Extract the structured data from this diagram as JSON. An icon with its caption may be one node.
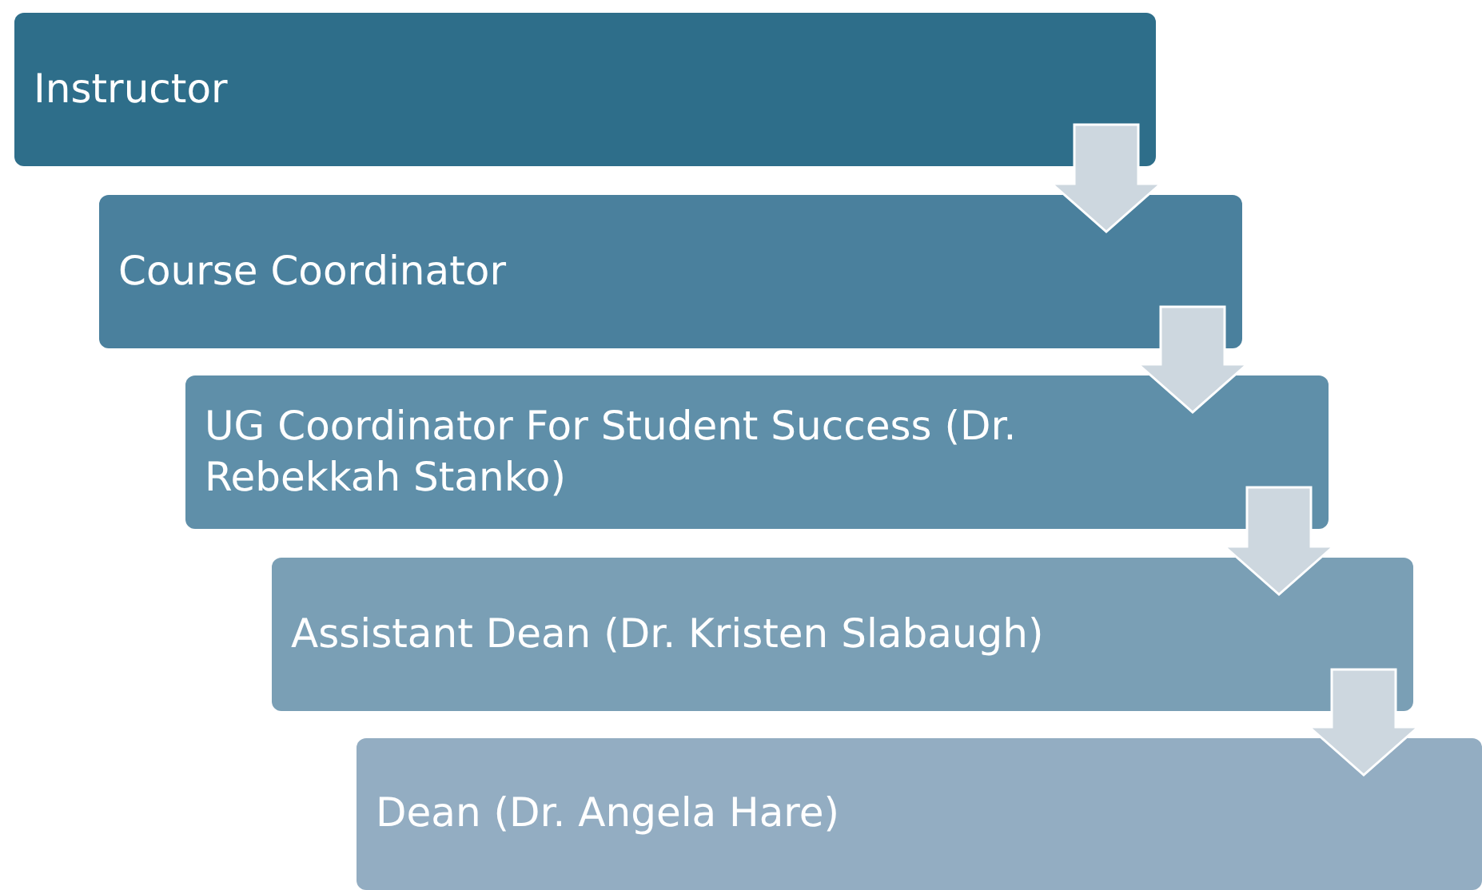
{
  "diagram": {
    "nodes": [
      {
        "text": [
          "Instructor"
        ]
      },
      {
        "text": [
          "Course Coordinator"
        ]
      },
      {
        "text": [
          "UG Coordinator For Student Success (Dr. Rebekkah Stanko)"
        ]
      },
      {
        "text": [
          "Assistant Dean (Dr. Kristen Slabaugh)"
        ]
      },
      {
        "text": [
          "Dean (Dr. Angela Hare)"
        ]
      }
    ],
    "edges": [
      {
        "from": 0,
        "to": 1,
        "arrow": "to"
      },
      {
        "from": 1,
        "to": 2,
        "arrow": "to"
      },
      {
        "from": 2,
        "to": 3,
        "arrow": "to"
      },
      {
        "from": 3,
        "to": 4,
        "arrow": "to"
      }
    ]
  }
}
